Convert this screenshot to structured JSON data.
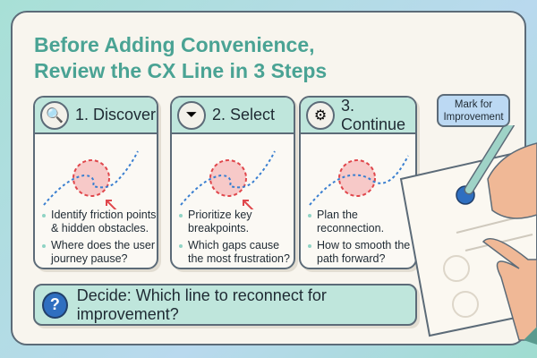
{
  "title": {
    "line1": "Before Adding Convenience,",
    "line2": "Review the CX Line in 3 Steps"
  },
  "steps": [
    {
      "label": "1. Discover",
      "icon": "magnifier-chart-icon",
      "bullets": [
        "Identify friction points & hidden obstacles.",
        "Where does the user journey pause?"
      ]
    },
    {
      "label": "2. Select",
      "icon": "funnel-icon",
      "bullets": [
        "Prioritize key breakpoints.",
        "Which gaps cause the most frustration?"
      ]
    },
    {
      "label": "3. Continue",
      "icon": "gear-cycle-icon",
      "bullets": [
        "Plan the reconnection.",
        "How to smooth the path forward?"
      ]
    }
  ],
  "banner": {
    "icon": "question-icon",
    "text": "Decide: Which line to reconnect for improvement?"
  },
  "callout": {
    "text": "Mark for Improvement"
  },
  "colors": {
    "accent": "#4aa394",
    "header": "#bfe6dc",
    "line": "#3a7fd0",
    "gap": "#e0474c"
  }
}
